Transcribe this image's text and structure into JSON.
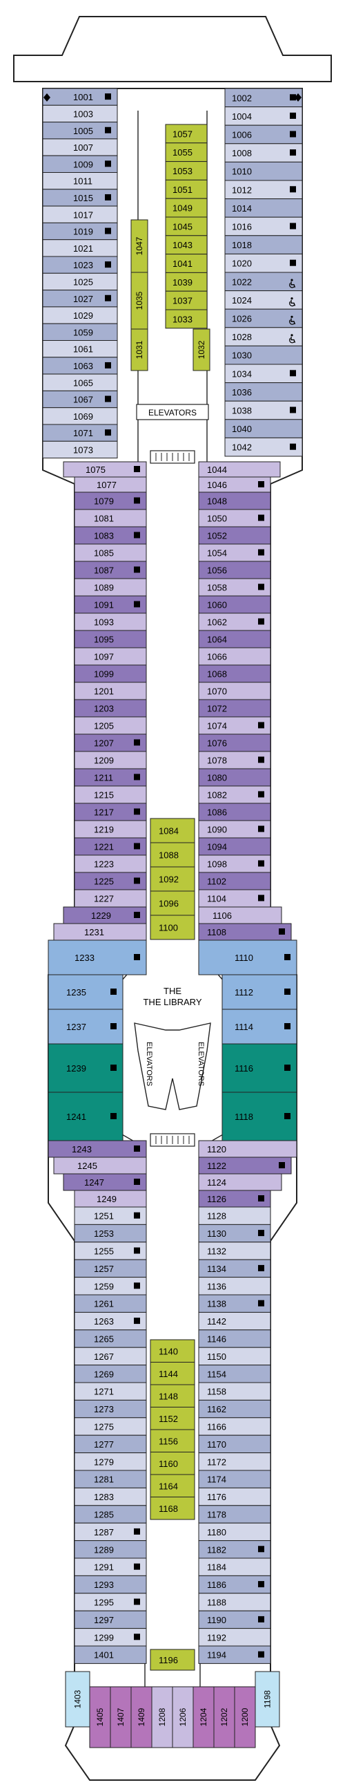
{
  "colors": {
    "slate": "#a6b0d0",
    "slate_light": "#d3d7e9",
    "purple": "#8d78b8",
    "purple_light": "#c8bce0",
    "blue": "#8eb4df",
    "teal": "#0d8f7d",
    "lime": "#b9c83c",
    "magenta": "#b475ba",
    "cyan": "#bfe3f4",
    "white": "#ffffff"
  },
  "labels": {
    "elevators_top": "ELEVATORS",
    "library": "THE LIBRARY",
    "elevators_left": "ELEVATORS",
    "elevators_right": "ELEVATORS"
  },
  "icons": {
    "balcony": "black-square-icon",
    "accessible": "wheelchair-icon",
    "connecting": "connecting-door-icon",
    "pointer": "diamond-icon"
  },
  "rooms": {
    "left_top": [
      "1001",
      "1003",
      "1005",
      "1007",
      "1009",
      "1011",
      "1015",
      "1017",
      "1019",
      "1021",
      "1023",
      "1025",
      "1027",
      "1029",
      "1059",
      "1061",
      "1063",
      "1065",
      "1067",
      "1069",
      "1071",
      "1073"
    ],
    "left_top_balcony": [
      "1001",
      "1005",
      "1009",
      "1015",
      "1019",
      "1023",
      "1027",
      "1063",
      "1067",
      "1071"
    ],
    "right_top": [
      "1002",
      "1004",
      "1006",
      "1008",
      "1010",
      "1012",
      "1014",
      "1016",
      "1018",
      "1020",
      "1022",
      "1024",
      "1026",
      "1028",
      "1030",
      "1034",
      "1036",
      "1038",
      "1040",
      "1042"
    ],
    "right_top_balcony": [
      "1002",
      "1004",
      "1006",
      "1008",
      "1012",
      "1016",
      "1020",
      "1022",
      "1024",
      "1026",
      "1028",
      "1034",
      "1038",
      "1042"
    ],
    "right_top_accessible": [
      "1022",
      "1024",
      "1026",
      "1028"
    ],
    "inner_top_left": [
      "1047",
      "1035",
      "1031"
    ],
    "inner_top_right": [
      "1032"
    ],
    "center_top": [
      "1057",
      "1055",
      "1053",
      "1051",
      "1049",
      "1045",
      "1043",
      "1041",
      "1039",
      "1037",
      "1033"
    ],
    "left_taper": [
      "1075",
      "1077"
    ],
    "right_taper": [
      "1044",
      "1046"
    ],
    "left_mid": [
      "1079",
      "1081",
      "1083",
      "1085",
      "1087",
      "1089",
      "1091",
      "1093",
      "1095",
      "1097",
      "1099",
      "1201",
      "1203",
      "1205",
      "1207",
      "1209",
      "1211",
      "1215",
      "1217",
      "1219",
      "1221",
      "1223",
      "1225",
      "1227"
    ],
    "left_mid_balcony": [
      "1079",
      "1083",
      "1087",
      "1091",
      "1207",
      "1211",
      "1217",
      "1221",
      "1225"
    ],
    "right_mid": [
      "1048",
      "1050",
      "1052",
      "1054",
      "1056",
      "1058",
      "1060",
      "1062",
      "1064",
      "1066",
      "1068",
      "1070",
      "1072",
      "1074",
      "1076",
      "1078",
      "1080",
      "1082",
      "1086",
      "1090",
      "1094",
      "1098",
      "1102",
      "1104"
    ],
    "right_mid_balcony": [
      "1050",
      "1054",
      "1058",
      "1062",
      "1074",
      "1078",
      "1082",
      "1090",
      "1098",
      "1104"
    ],
    "center_mid": [
      "1084",
      "1088",
      "1092",
      "1096",
      "1100"
    ],
    "left_wide": [
      "1229",
      "1231",
      "1233",
      "1235",
      "1237",
      "1239",
      "1241",
      "1243",
      "1245",
      "1247",
      "1249"
    ],
    "right_wide": [
      "1106",
      "1108",
      "1110",
      "1112",
      "1114",
      "1116",
      "1118",
      "1120",
      "1122",
      "1124",
      "1126"
    ],
    "left_bot": [
      "1251",
      "1253",
      "1255",
      "1257",
      "1259",
      "1261",
      "1263",
      "1265",
      "1267",
      "1269",
      "1271",
      "1273",
      "1275",
      "1277",
      "1279",
      "1281",
      "1283",
      "1285",
      "1287",
      "1289",
      "1291",
      "1293",
      "1295",
      "1297",
      "1299",
      "1401"
    ],
    "left_bot_balcony": [
      "1251",
      "1255",
      "1259",
      "1263",
      "1287",
      "1291",
      "1295",
      "1299"
    ],
    "right_bot": [
      "1128",
      "1130",
      "1132",
      "1134",
      "1136",
      "1138",
      "1142",
      "1146",
      "1150",
      "1154",
      "1158",
      "1162",
      "1166",
      "1170",
      "1172",
      "1174",
      "1176",
      "1178",
      "1180",
      "1182",
      "1184",
      "1186",
      "1188",
      "1190",
      "1192",
      "1194"
    ],
    "right_bot_balcony": [
      "1130",
      "1134",
      "1138",
      "1182",
      "1186",
      "1190",
      "1194"
    ],
    "center_bot": [
      "1140",
      "1144",
      "1148",
      "1152",
      "1156",
      "1160",
      "1164",
      "1168"
    ],
    "center_end": [
      "1196"
    ],
    "stern": [
      "1405",
      "1407",
      "1409",
      "1208",
      "1206",
      "1204",
      "1202",
      "1200"
    ],
    "stern_left": [
      "1403"
    ],
    "stern_right": [
      "1198"
    ]
  }
}
